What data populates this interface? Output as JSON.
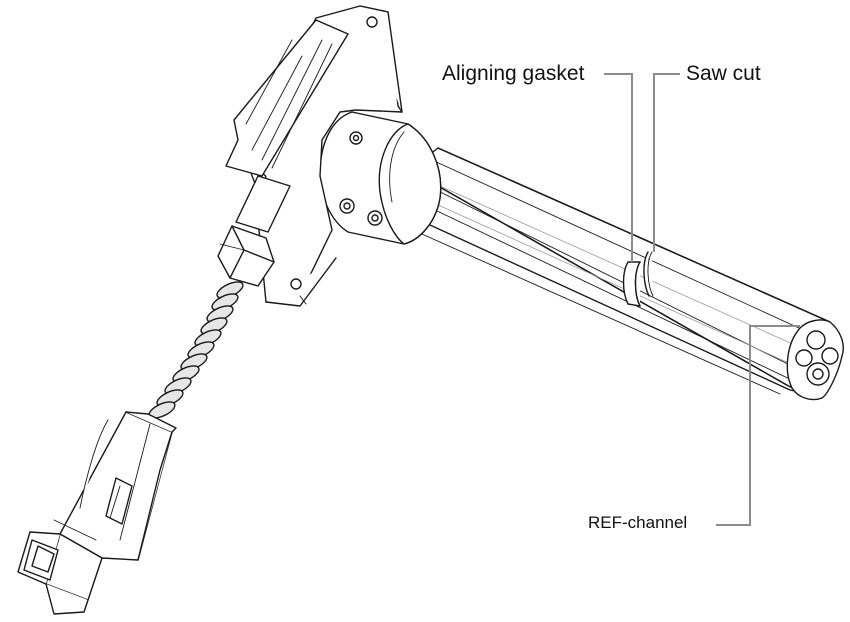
{
  "diagram": {
    "labels": {
      "aligning_gasket": "Aligning gasket",
      "saw_cut": "Saw cut",
      "ref_channel": "REF-channel"
    },
    "colors": {
      "line": "#1a1a1a",
      "leader": "#8c8c8c",
      "fill": "#ffffff",
      "shade": "#e6e6e6",
      "text": "#111111"
    }
  }
}
